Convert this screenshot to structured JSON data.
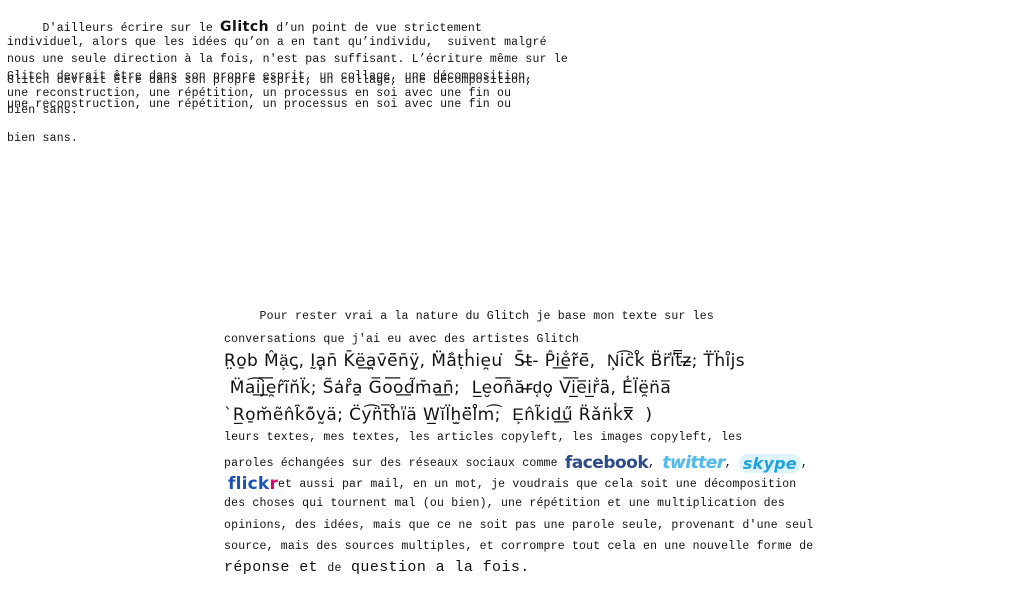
{
  "top": {
    "line1_a": "     D'ailleurs écrire sur le ",
    "glitch_word": "Glitch",
    "line1_b": " d’un point de vue strictement",
    "line2": "individuel, alors que les idées qu’on a en tant qu’individu,  suivent malgré",
    "line3": "nous une seule direction à la fois, n'est pas suffisant. L’écriture même sur le",
    "line4": "Glitch devrait être dans son propre esprit, un collage, une décomposition,",
    "line5": "une reconstruction, une répétition, un processus en soi avec une fin ou",
    "line6": "bien sans."
  },
  "bottom": {
    "intro1": "     Pour rester vrai a la nature du Glitch je base mon texte sur les",
    "intro2": "conversations que j'ai eu avec des artistes Glitch",
    "artists1": "R̤o̱b M̂ä͕c̡, Ḭa͓n̄ K̄ë͟a̯v̄ë̄n̄ÿ̮, M̈a͋ṭh̾ie̯u͘  S̄t̶- P̂i͟e̐ř̂ë̄,  N͕i͡c̈k̊ B̈r̈i̎t̿z̶; T̈ḧi̊j̇s",
    "artists2": " M̈a͡i͟j͞e̯r̂ĩn̆k̈; S̃a̒r̊a̱ G̅o͞o͟d̃m̄a͟n̄;  L̲e̮o͞n̑ăr̶d͔o̬ V͞i̲e̅i̲r̐a͆, E̾l̈ë̯n̈a̅",
    "artists3": "`R̲o̱m̆ẽn̂k̑o͊v̰ä; C̈y͡n̈t̅h̊i̎ä W̲ĭl̈h̫ë̈l̊m͡;  E͕n̂k̃i̇d͟ű R̈ǎn̈k̾x̿  )",
    "line_texts1": "leurs textes, mes textes, les articles copyleft, les images copyleft, les",
    "line_texts2": "paroles échangées sur des réseaux sociaux comme ",
    "facebook_logo": "facebook",
    "comma1": ", ",
    "twitter_logo": "twitter",
    "comma2": ", ",
    "skype_logo": "skype",
    "comma3": ",",
    "flickr_logo_a": "flick",
    "flickr_logo_b": "r",
    "after_flickr": "et aussi par mail, en un mot, je voudrais que cela soit une décomposition",
    "line6": "des choses qui tournent mal (ou bien), une répétition et une multiplication des",
    "line7": "opinions, des idées, mais que ce ne soit pas une parole seule, provenant d'une seul",
    "line8": "source, mais des sources multiples, et corrompre tout cela en une nouvelle forme de",
    "final_a": "réponse et ",
    "final_de": "de",
    "final_b": " question a la fois."
  },
  "colors": {
    "facebook": "#2d4a8a",
    "twitter": "#55b9ea",
    "skype": "#1da2e0",
    "flickr_blue": "#1b54b6",
    "flickr_pink": "#e2007a"
  }
}
